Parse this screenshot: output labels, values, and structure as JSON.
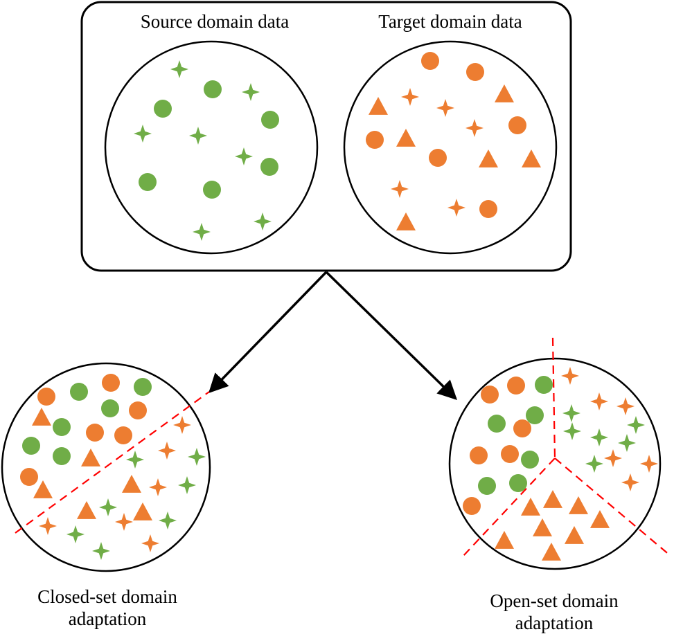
{
  "labels": {
    "source": "Source domain data",
    "target": "Target domain data",
    "closed_line1": "Closed-set domain",
    "closed_line2": "adaptation",
    "open_line1": "Open-set domain",
    "open_line2": "adaptation"
  },
  "colors": {
    "source": "#70ad47",
    "target": "#ed7d31",
    "boundary": "#ff0000",
    "outline": "#000000"
  },
  "legend_shapes": [
    "circle",
    "star",
    "triangle"
  ]
}
